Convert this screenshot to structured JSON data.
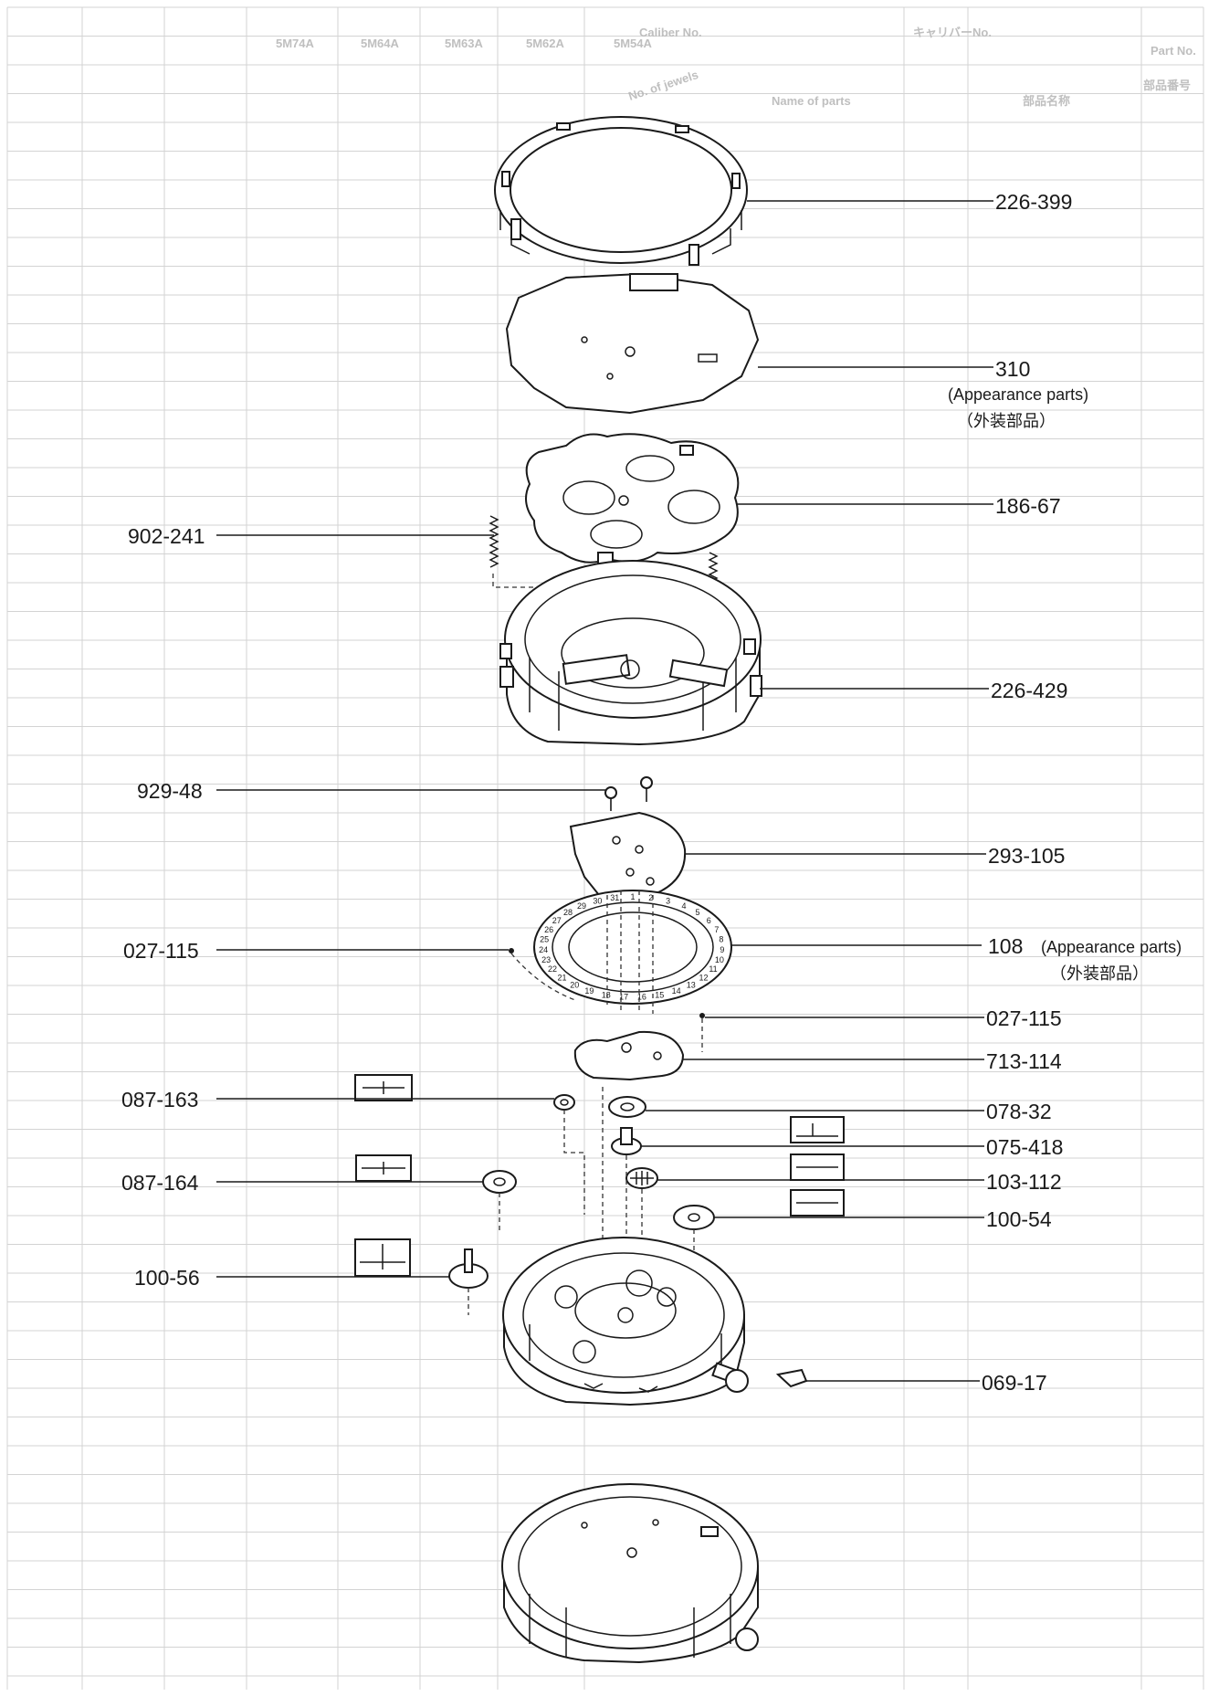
{
  "table_header": {
    "part_no": "Part No.",
    "part_no_ja": "部品番号",
    "caliber_no": "Caliber No.",
    "caliber_ja": "キャリバーNo.",
    "name_of_parts": "Name of parts",
    "name_of_parts_ja": "部品名称",
    "no_of_jewels": "No. of jewels",
    "calibers": [
      "5M54A",
      "5M62A",
      "5M63A",
      "5M64A",
      "5M74A"
    ]
  },
  "labels": {
    "p226_399": "226-399",
    "p310": "310",
    "p310_note_en": "(Appearance parts)",
    "p310_note_ja": "（外装部品）",
    "p186_67": "186-67",
    "p902_241": "902-241",
    "p226_429": "226-429",
    "p929_48": "929-48",
    "p293_105": "293-105",
    "p027_115_left": "027-115",
    "p108": "108",
    "p108_note_en": "(Appearance parts)",
    "p108_note_ja": "（外装部品）",
    "p027_115_right": "027-115",
    "p713_114": "713-114",
    "p087_163": "087-163",
    "p078_32": "078-32",
    "p075_418": "075-418",
    "p087_164": "087-164",
    "p103_112": "103-112",
    "p100_54": "100-54",
    "p100_56": "100-56",
    "p069_17": "069-17"
  },
  "date_dial_numerals": [
    "1",
    "2",
    "3",
    "4",
    "5",
    "6",
    "7",
    "8",
    "9",
    "10",
    "11",
    "12",
    "13",
    "14",
    "15",
    "16",
    "17",
    "18",
    "19",
    "20",
    "21",
    "22",
    "23",
    "24",
    "25",
    "26",
    "27",
    "28",
    "29",
    "30",
    "31"
  ],
  "colors": {
    "ink": "#1a1a1a",
    "grid": "#d3d3d3",
    "background": "#ffffff"
  }
}
